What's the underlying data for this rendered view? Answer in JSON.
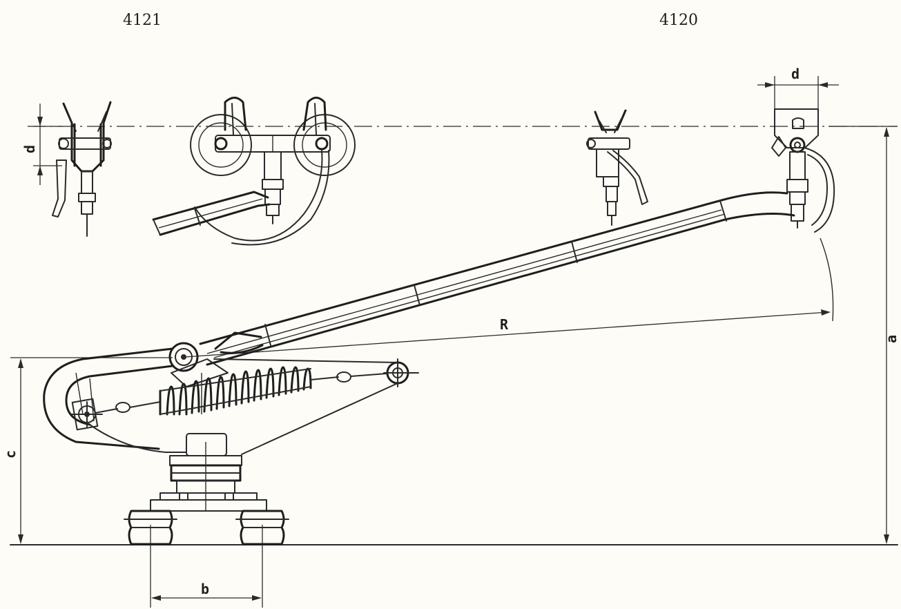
{
  "models": {
    "left": "4121",
    "right": "4120"
  },
  "dimensions": {
    "a": "a",
    "b": "b",
    "c": "c",
    "d_left": "d",
    "d_right": "d",
    "R": "R"
  },
  "colors": {
    "paper": "#fdfcf6",
    "ink": "#2a2a2a"
  }
}
